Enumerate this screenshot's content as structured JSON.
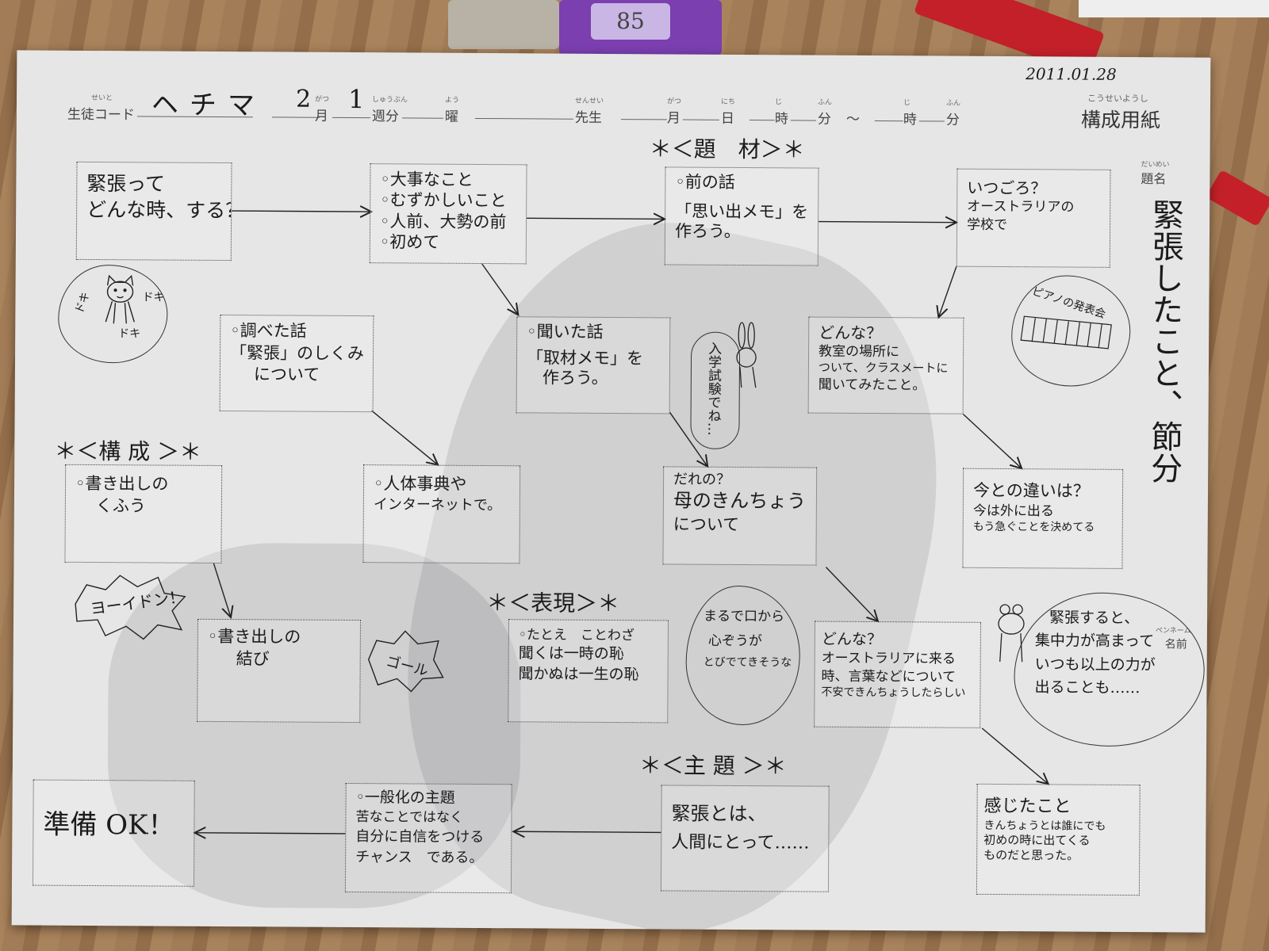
{
  "header": {
    "date_stamp": "2011.01.28",
    "student_code_ruby": "せいと",
    "student_code_label": "生徒コード",
    "student_code_value": "ヘチマ",
    "month_value": "2",
    "month_ruby": "がつ",
    "month_label": "月",
    "week_value": "1",
    "week_ruby": "しゅうぶん",
    "week_label": "週分",
    "day_ruby": "よう",
    "day_label": "曜",
    "teacher_ruby": "せんせい",
    "teacher_label": "先生",
    "m_ruby": "がつ",
    "m_label": "月",
    "d_ruby": "にち",
    "d_label": "日",
    "h_ruby": "じ",
    "h_label": "時",
    "min_ruby": "ふん",
    "min_label": "分",
    "tilde": "～",
    "h2_ruby": "じ",
    "h2_label": "時",
    "min2_ruby": "ふん",
    "min2_label": "分",
    "form_ruby": "こうせいようし",
    "form_title": "構成用紙"
  },
  "title_area": {
    "label_ruby": "だいめい",
    "label": "題名",
    "text": "緊張したこと、節分"
  },
  "sections": {
    "subject": "＊＜題　材＞＊",
    "structure": "＊＜構 成 ＞＊",
    "expression": "＊＜表現＞＊",
    "theme": "＊＜主 題 ＞＊"
  },
  "boxes": {
    "q1": [
      "緊張って",
      "どんな時、する？"
    ],
    "list": [
      "◦大事なこと",
      "◦むずかしいこと",
      "◦人前、大勢の前",
      "◦初めて"
    ],
    "prev": [
      "◦前の話",
      "",
      "「思い出メモ」を",
      "作ろう。"
    ],
    "when": [
      "いつごろ？",
      "オーストラリアの",
      "学校で"
    ],
    "research": [
      "◦調べた話",
      "「緊張」のしくみ",
      "について"
    ],
    "heard": [
      "◦聞いた話",
      "",
      "「取材メモ」を",
      "作ろう。"
    ],
    "what1": [
      "どんな？",
      "教室の場所に",
      "ついて、クラスメートに",
      "聞いてみたこと。"
    ],
    "source": [
      "◦人体事典や",
      "インターネットで。"
    ],
    "whose": [
      "だれの？",
      "母のきんちょう",
      "について"
    ],
    "diff": [
      "今との違いは？",
      "今は外に出る",
      "もう急ぐことを決めてる"
    ],
    "opening": [
      "◦書き出しの",
      "くふう"
    ],
    "closing": [
      "◦書き出しの",
      "結び"
    ],
    "expr": [
      "◦たとえ　ことわざ",
      "聞くは一時の恥",
      "聞かぬは一生の恥"
    ],
    "what2": [
      "どんな？",
      "オーストラリアに来る",
      "時、言葉などについて",
      "不安できんちょうしたらしい"
    ],
    "ready": [
      "準備 OK！"
    ],
    "general": [
      "◦一般化の主題",
      "苦なことではなく",
      "自分に自信をつける",
      "チャンス　である。"
    ],
    "tension": [
      "緊張とは、",
      "人間にとって……"
    ],
    "felt": [
      "感じたこと",
      "きんちょうとは誰にでも",
      "初めの時に出てくる",
      "ものだと思った。"
    ]
  },
  "bubbles": {
    "doki_left": "ドキ",
    "doki_right": "ドキ",
    "doki_bottom": "ドキ",
    "exam": "入学試験でね…",
    "piano": "ピアノの発表会",
    "yoidon": "ヨーイドン！",
    "goal": "ゴール",
    "heart": [
      "まるで口から",
      "心ぞうが",
      "とびでてきそうな"
    ],
    "focus": [
      "緊張すると、",
      "集中力が高まって",
      "いつも以上の力が",
      "出ることも……"
    ],
    "pen_ruby": "ペンネーム",
    "pen_label": "名前"
  },
  "objects": {
    "purple_label": "85"
  }
}
